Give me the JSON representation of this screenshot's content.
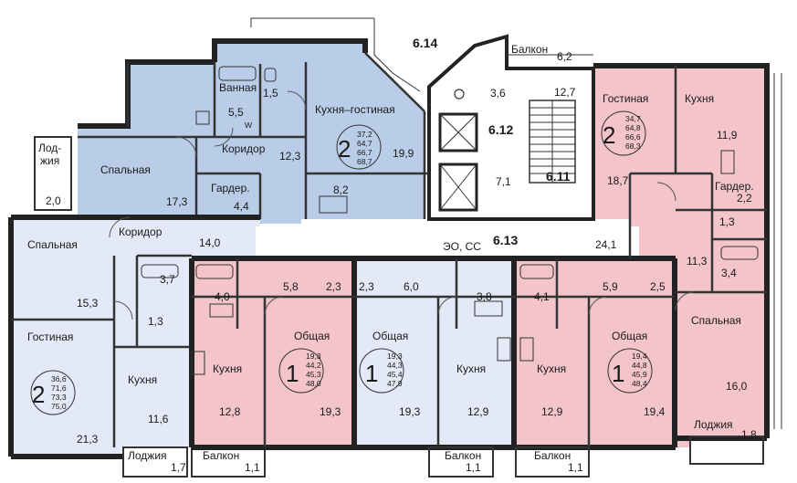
{
  "colors": {
    "blue_unit": "#b9cde8",
    "light_blue_unit": "#e3e9f6",
    "pink_unit": "#f3c4c9",
    "wall": "#222222",
    "corridor": "#ffffff"
  },
  "sections": {
    "s614": "6.14",
    "s612": "6.12",
    "s611": "6.11",
    "s613": "6.13"
  },
  "common": {
    "eo_ss": "ЭО, СС",
    "v36": "3,6",
    "v127": "12,7",
    "v71": "7,1",
    "balkon_top": "Балкон",
    "balkon_top_area": "6,2",
    "loggia_left": "Лод-\nжия",
    "loggia_left_a": "Лод-",
    "loggia_left_b": "жия",
    "loggia_left_area": "2,0"
  },
  "units": {
    "top_blue": {
      "rooms": "2",
      "areas": [
        "37,2",
        "64,7",
        "66,7",
        "68,7"
      ],
      "bath": "Ванная",
      "bath_area": "5,5",
      "wc_area": "1,5",
      "wc_mark": "W",
      "kitchen": "Кухня–гостиная",
      "kitchen_area": "19,9",
      "corridor": "Коридор",
      "corridor_area": "12,3",
      "bedroom": "Спальная",
      "bedroom_area": "17,3",
      "garder": "Гардер.",
      "garder_area": "4,4",
      "small_area": "8,2"
    },
    "left_light": {
      "rooms": "2",
      "areas": [
        "36,6",
        "71,6",
        "73,3",
        "75,0"
      ],
      "bedroom": "Спальная",
      "bedroom_area": "15,3",
      "corridor": "Коридор",
      "corridor_area": "14,0",
      "bath_area": "3,7",
      "wc_area": "1,3",
      "living": "Гостиная",
      "living_area": "21,3",
      "kitchen": "Кухня",
      "kitchen_area": "11,6",
      "loggia": "Лоджия",
      "loggia_area": "1,7"
    },
    "pink_1": {
      "rooms": "1",
      "areas": [
        "19,3",
        "44,2",
        "45,3",
        "48,0"
      ],
      "bath_area": "4,0",
      "hall_area": "5,8",
      "closet_area": "2,3",
      "kitchen": "Кухня",
      "kitchen_area": "12,8",
      "living": "Общая",
      "living_area": "19,3",
      "balcony": "Балкон",
      "balcony_area": "1,1"
    },
    "light_1a": {
      "rooms": "1",
      "areas": [
        "19,3",
        "44,3",
        "45,4",
        "47,9"
      ],
      "closet_area": "2,3",
      "hall_area": "6,0",
      "bath_area": "3,8",
      "living": "Общая",
      "living_area": "19,3",
      "kitchen": "Кухня",
      "kitchen_area": "12,9",
      "balcony": "Балкон",
      "balcony_area": "1,1"
    },
    "pink_2": {
      "rooms": "1",
      "areas": [
        "19,4",
        "44,8",
        "45,9",
        "48,4"
      ],
      "bath_area": "4,1",
      "hall_area": "5,9",
      "closet_area": "2,5",
      "kitchen": "Кухня",
      "kitchen_area": "12,9",
      "living": "Общая",
      "living_area": "19,4",
      "balcony": "Балкон",
      "balcony_area": "1,1"
    },
    "right_pink": {
      "rooms": "2",
      "areas": [
        "34,7",
        "64,8",
        "66,6",
        "68,3"
      ],
      "living": "Гостиная",
      "living_area": "18,7",
      "kitchen": "Кухня",
      "kitchen_area": "11,9",
      "garder": "Гардер.",
      "garder_area": "2,2",
      "wc_area": "1,3",
      "corridor_area": "24,1",
      "hall_area": "11,3",
      "bath_area": "3,4",
      "bedroom": "Спальная",
      "bedroom_area": "16,0",
      "loggia": "Лоджия",
      "loggia_area": "1,8"
    }
  }
}
